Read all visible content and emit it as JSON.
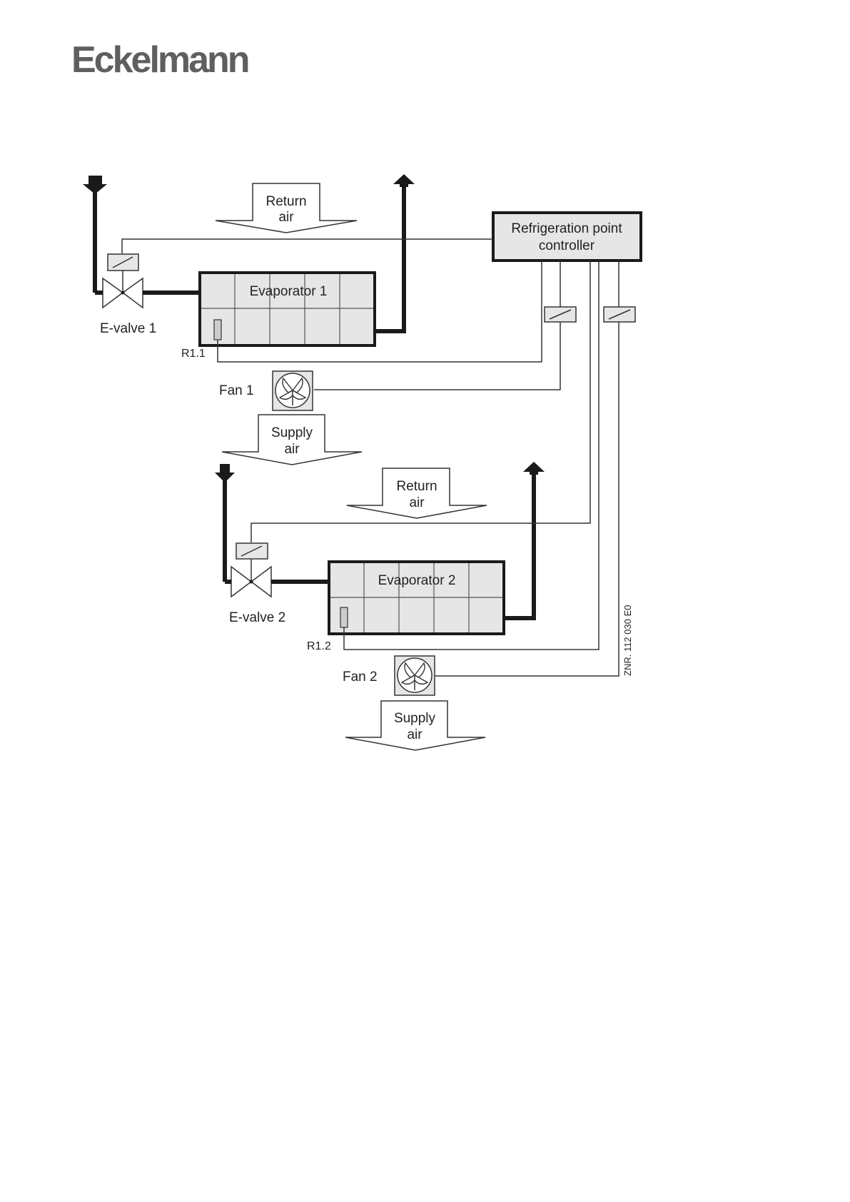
{
  "brand": {
    "logo_text": "Eckelmann"
  },
  "diagram": {
    "controller_line1": "Refrigeration point",
    "controller_line2": "controller",
    "return_air_1_line1": "Return",
    "return_air_1_line2": "air",
    "supply_air_1_line1": "Supply",
    "supply_air_1_line2": "air",
    "return_air_2_line1": "Return",
    "return_air_2_line2": "air",
    "supply_air_2_line1": "Supply",
    "supply_air_2_line2": "air",
    "evaporator_1": "Evaporator 1",
    "evaporator_2": "Evaporator 2",
    "evalve_1": "E-valve 1",
    "evalve_2": "E-valve 2",
    "sensor_1": "R1.1",
    "sensor_2": "R1.2",
    "fan_1": "Fan 1",
    "fan_2": "Fan 2",
    "drawing_number": "ZNR. 112 030 E0"
  },
  "colors": {
    "box_fill": "#e6e6e6",
    "line": "#1a1a1a",
    "logo": "#5f5f5f"
  },
  "icons": [
    "fan-icon",
    "valve-icon",
    "solenoid-icon",
    "relay-icon",
    "sensor-icon",
    "arrow-up-icon",
    "arrow-down-icon"
  ]
}
